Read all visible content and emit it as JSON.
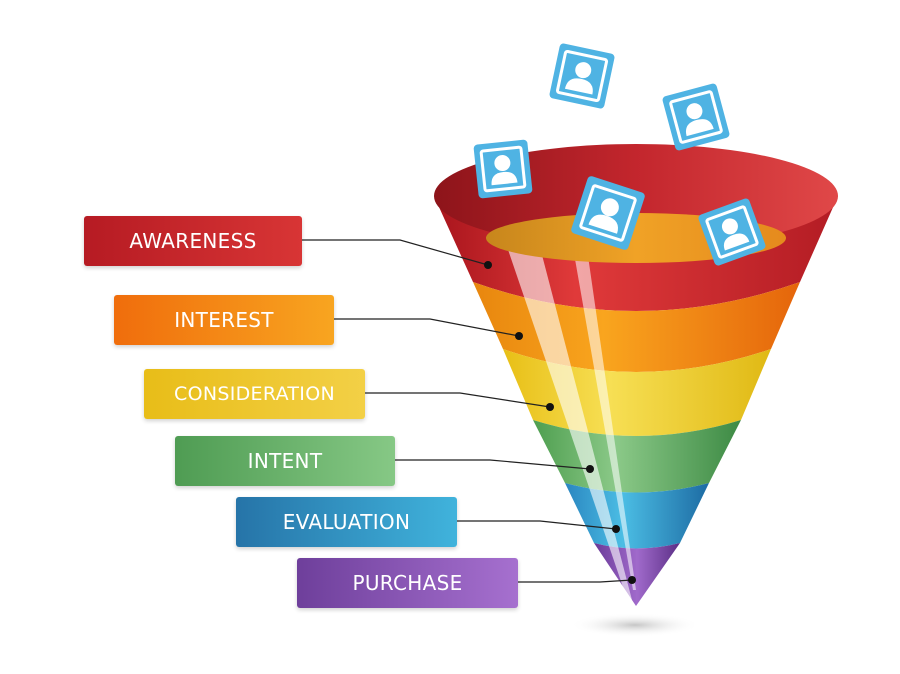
{
  "funnel": {
    "stages": [
      {
        "label": "AWARENESS",
        "color": "#c8202a",
        "color_light": "#e04040"
      },
      {
        "label": "INTEREST",
        "color": "#f07a0c",
        "color_light": "#f7a021"
      },
      {
        "label": "CONSIDERATION",
        "color": "#e8c21a",
        "color_light": "#f5dc55"
      },
      {
        "label": "INTENT",
        "color": "#5aa75a",
        "color_light": "#86c784"
      },
      {
        "label": "EVALUATION",
        "color": "#2a7fb7",
        "color_light": "#3fb0da"
      },
      {
        "label": "PURCHASE",
        "color": "#7b4aa8",
        "color_light": "#a46ccc"
      }
    ],
    "user_icon": {
      "name": "user-icon",
      "color": "#4fb3e3"
    }
  }
}
